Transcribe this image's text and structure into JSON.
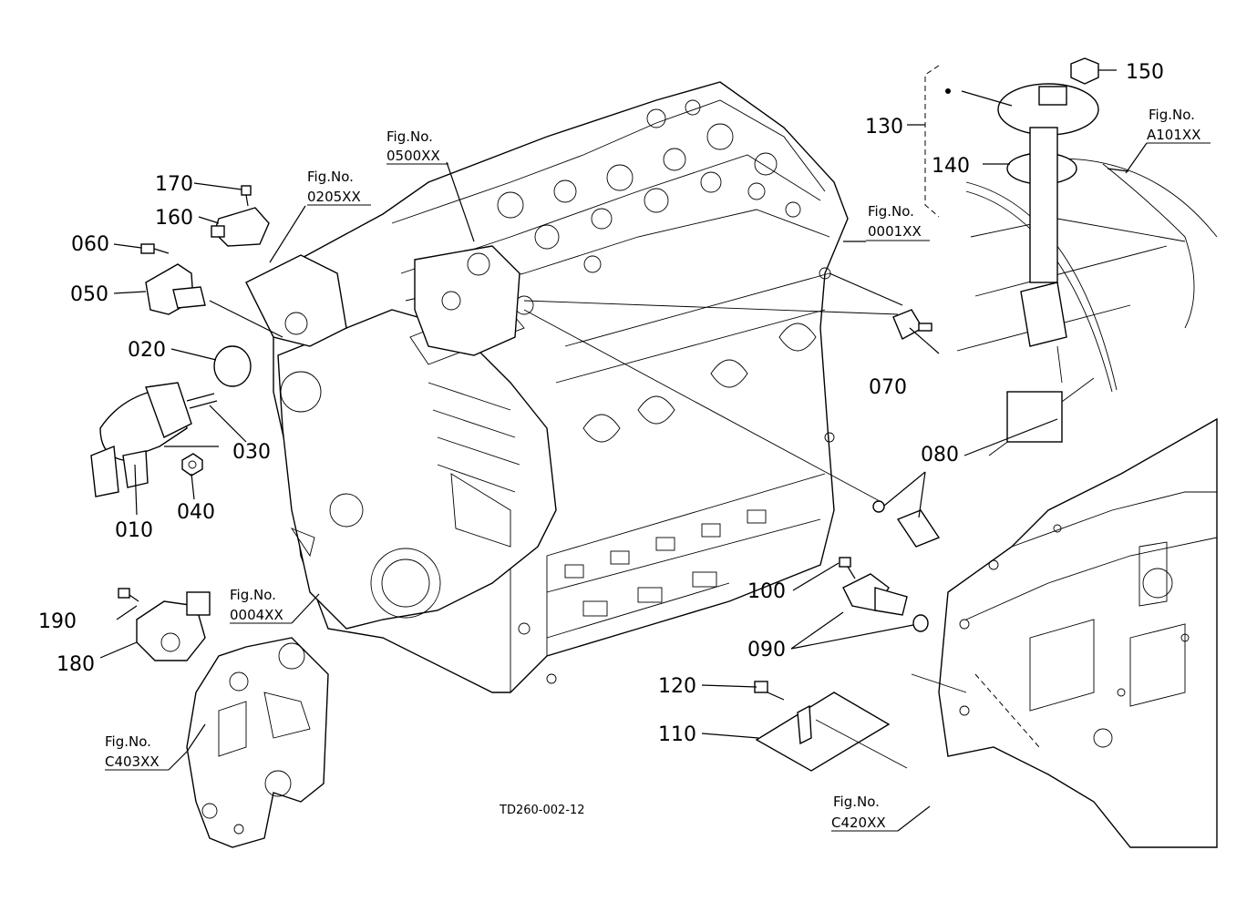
{
  "parts": {
    "p010": "010",
    "p020": "020",
    "p030": "030",
    "p040": "040",
    "p050": "050",
    "p060": "060",
    "p070": "070",
    "p080": "080",
    "p090": "090",
    "p100": "100",
    "p110": "110",
    "p120": "120",
    "p130": "130",
    "p140": "140",
    "p150": "150",
    "p160": "160",
    "p170": "170",
    "p180": "180",
    "p190": "190"
  },
  "figrefs": {
    "fig_prefix": "Fig.No.",
    "f0500": "0500XX",
    "f0205": "0205XX",
    "f0001": "0001XX",
    "fA101": "A101XX",
    "f0004": "0004XX",
    "fC403": "C403XX",
    "fC420": "C420XX"
  },
  "drawing_code": "TD260-002-12"
}
